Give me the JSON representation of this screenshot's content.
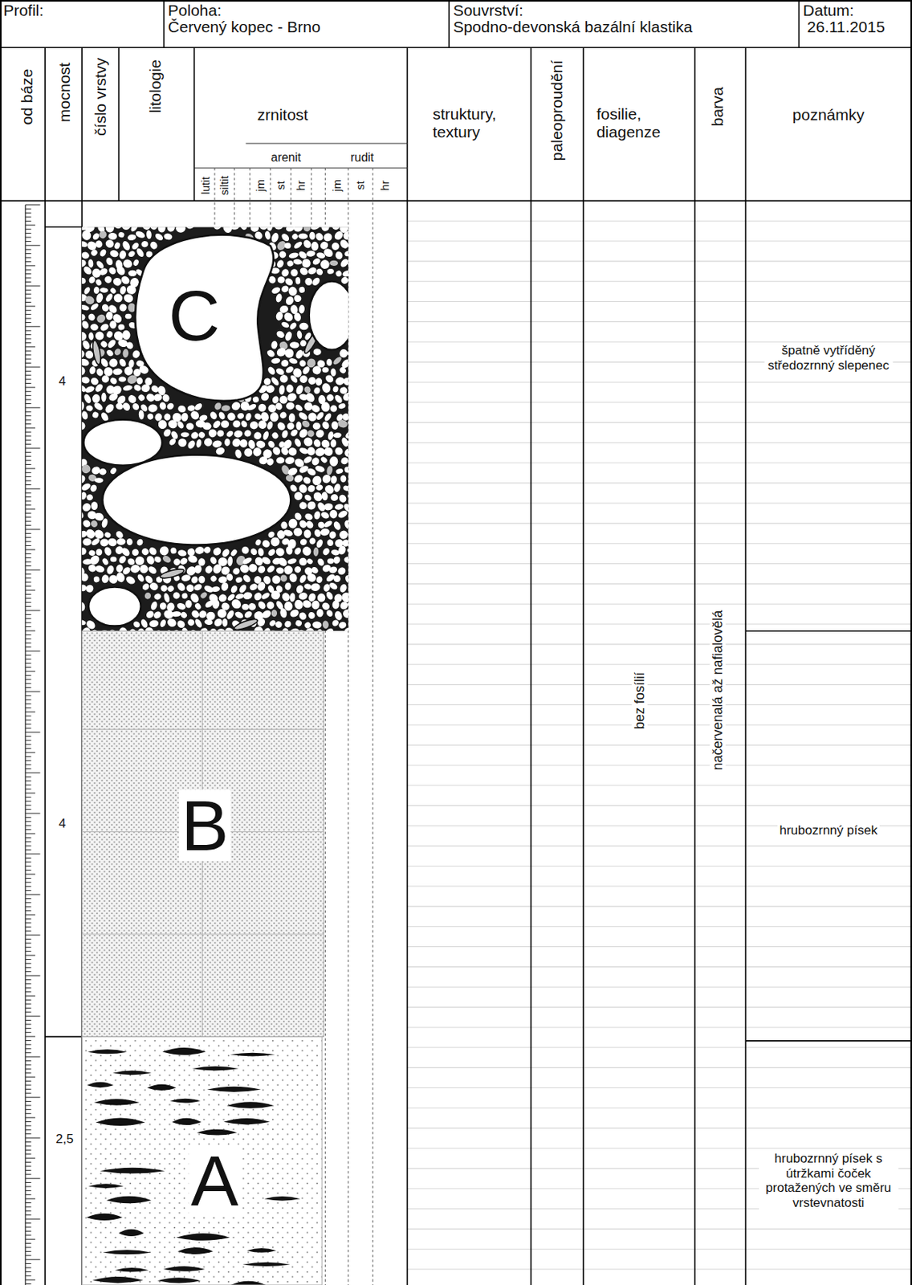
{
  "diagram": {
    "labels": [
      "Profil:",
      "Poloha:",
      "Červený kopec - Brno",
      "Souvrství:",
      "Spodno-devonská bazální klastika",
      "Datum:",
      "26.11.2015",
      "od báze",
      "mocnost",
      "číslo vrstvy",
      "litologie",
      "zrnitost",
      "lutit",
      "siltit",
      "arenit",
      "rudit",
      "jm",
      "st",
      "hr",
      "jm",
      "st",
      "hr",
      "struktury, textury",
      "paleoproudění",
      "fosilie, diagenze",
      "barva",
      "poznámky",
      "C",
      "4",
      "špatně vytříděný středozrnný slepenec",
      "B",
      "4",
      "hrubozrnný písek",
      "A",
      "2,5",
      "hrubozrnný písek s útržkami čoček protažených ve směru vrstevnatosti",
      "bez fosílií",
      "načervenalá až nafialovělá"
    ]
  }
}
